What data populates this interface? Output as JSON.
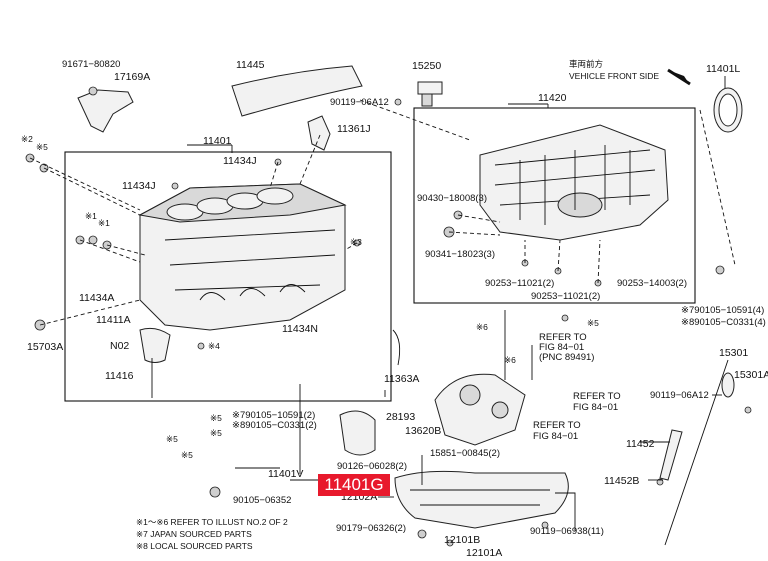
{
  "direction": {
    "japanese": "車両前方",
    "english": "VEHICLE FRONT SIDE"
  },
  "highlight": {
    "label": "11401G",
    "color": "#e8192c"
  },
  "labels": {
    "p91671": "91671−80820",
    "p17169A": "17169A",
    "p11445": "11445",
    "p15250": "15250",
    "p90119_06A12_top": "90119−06A12",
    "p11420": "11420",
    "p11401L": "11401L",
    "p11401": "11401",
    "p11361J": "11361J",
    "p11434J_a": "11434J",
    "p11434J_b": "11434J",
    "p90430": "90430−18008(3)",
    "p90341": "90341−18023(3)",
    "p90253_a": "90253−11021(2)",
    "p90253_b": "90253−11021(2)",
    "p90253_c": "90253−14003(2)",
    "p90105_right_a": "※790105−10591(4)",
    "p90105_right_b": "※890105−C0331(4)",
    "p11434A": "11434A",
    "p11411A": "11411A",
    "p15703A": "15703A",
    "p11434N": "11434N",
    "pN02": "N02",
    "p11416": "11416",
    "p11363A": "11363A",
    "refer1_a": "REFER TO",
    "refer1_b": "FIG 84−01",
    "refer1_c": "(PNC 89491)",
    "refer2_a": "REFER TO",
    "refer2_b": "FIG 84−01",
    "refer3_a": "REFER TO",
    "refer3_b": "FIG 84−01",
    "p15301": "15301",
    "p15301A": "15301A",
    "p90119_06A12_right": "90119−06A12",
    "p28193": "28193",
    "p13620B": "13620B",
    "p90105_mid_a": "※790105−10591(2)",
    "p90105_mid_b": "※890105−C0331(2)",
    "p11452": "11452",
    "p11452B": "11452B",
    "p15851": "15851−00845(2)",
    "p90126": "90126−06028(2)",
    "p11401V": "11401V",
    "p90105_06352": "90105−06352",
    "p12102A": "12102A",
    "p90179": "90179−06326(2)",
    "p12101B": "12101B",
    "p12101A": "12101A",
    "p90119_06938": "90119−06938(11)",
    "note_x2": "※2",
    "note_x5_a": "※5",
    "note_x3": "※3",
    "note_x1_a": "※1",
    "note_x1_b": "※1",
    "note_x4": "※4",
    "note_x6_a": "※6",
    "note_x6_b": "※6",
    "note_x5_b": "※5",
    "note_x5_c": "※5",
    "note_x5_d": "※5",
    "note_x5_e": "※5",
    "note_x5_f": "※5"
  },
  "notes": [
    "※1〜※6  REFER TO ILLUST NO.2 OF 2",
    "※7 JAPAN SOURCED PARTS",
    "※8 LOCAL SOURCED PARTS"
  ]
}
